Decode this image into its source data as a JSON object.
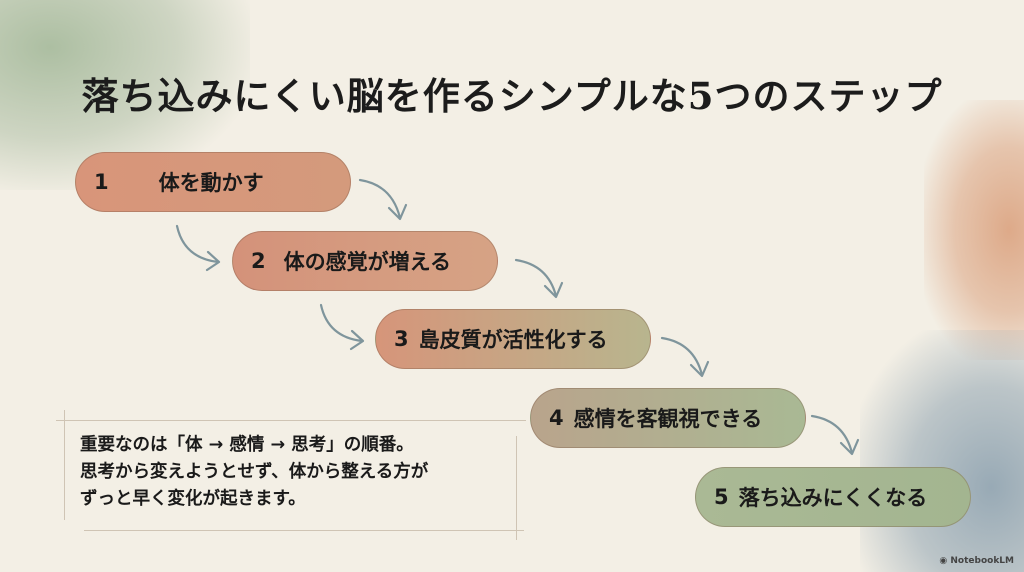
{
  "title": "落ち込みにくい脳を作るシンプルな5つのステップ",
  "steps": [
    {
      "num": "1",
      "label": "体を動かす"
    },
    {
      "num": "2",
      "label": "体の感覚が増える"
    },
    {
      "num": "3",
      "label": "島皮質が活性化する"
    },
    {
      "num": "4",
      "label": "感情を客観視できる"
    },
    {
      "num": "5",
      "label": "落ち込みにくくなる"
    }
  ],
  "note": {
    "lines": [
      "重要なのは「体 → 感情 → 思考」の順番。",
      "思考から変えようとせず、体から整える方が",
      "ずっと早く変化が起きます。"
    ]
  },
  "watermark": "NotebookLM",
  "colors": {
    "background": "#f3efe5",
    "orange": "#d9957a",
    "green": "#a9b994",
    "arrow": "#7f959c"
  }
}
